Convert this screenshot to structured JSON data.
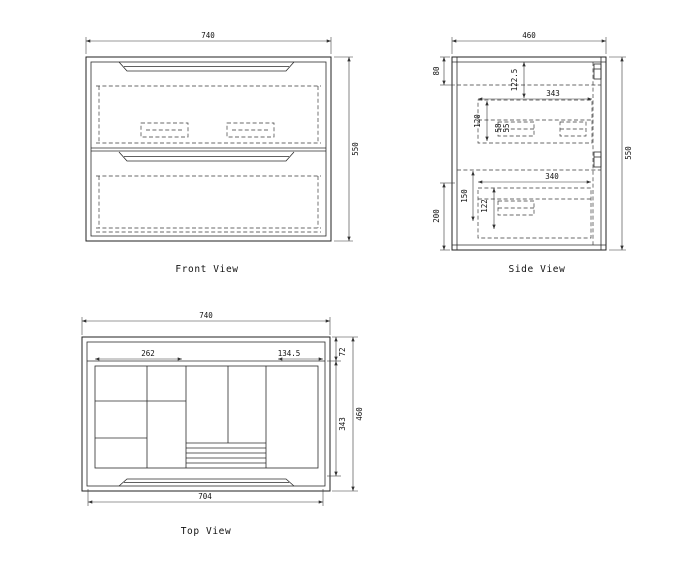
{
  "sheet": {
    "views": {
      "front": {
        "label": "Front View",
        "dims": {
          "width": "740",
          "height": "550"
        }
      },
      "side": {
        "label": "Side View",
        "dims": {
          "width": "460",
          "height": "550",
          "top_inset": "80",
          "upper_drop": "122.5",
          "upper_depth": "343",
          "drawer_height": "120",
          "handle_a": "58",
          "handle_b": "55",
          "lower_depth": "340",
          "lower_height": "150",
          "lower_drop": "122",
          "bottom_inset": "200"
        }
      },
      "top": {
        "label": "Top View",
        "dims": {
          "width": "740",
          "left_span": "262",
          "right_span": "134.5",
          "front_inset": "72",
          "inner_depth": "343",
          "depth": "460",
          "inner_width": "704"
        }
      }
    }
  }
}
